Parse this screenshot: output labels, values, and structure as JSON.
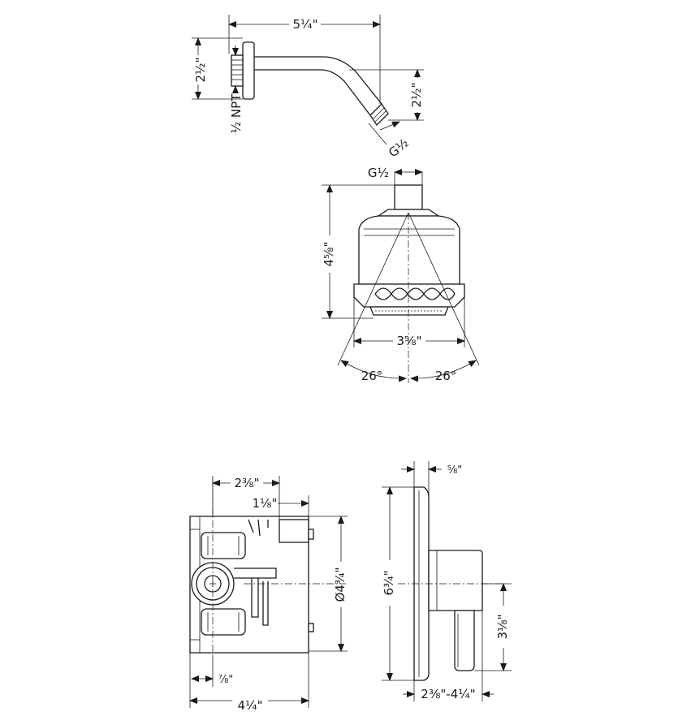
{
  "drawing": {
    "arm_length": "5¼\"",
    "flange_height": "2½\"",
    "arm_drop": "2½\"",
    "inlet_thread": "½ NPT",
    "arm_outlet_thread": "G½",
    "head_inlet_thread": "G½",
    "head_height": "4⅝\"",
    "head_width": "3⅝\"",
    "spray_angle_left": "26°",
    "spray_angle_right": "26°",
    "valve_depth": "2⅜\"",
    "valve_offset": "1⅛\"",
    "valve_diameter": "Ø4¾\"",
    "valve_port_offset": "⅞\"",
    "valve_width": "4¼\"",
    "trim_height": "6¾\"",
    "trim_plate": "⅝\"",
    "trim_handle_height": "3⅛\"",
    "trim_projection": "2⅜\"-4¼\""
  }
}
